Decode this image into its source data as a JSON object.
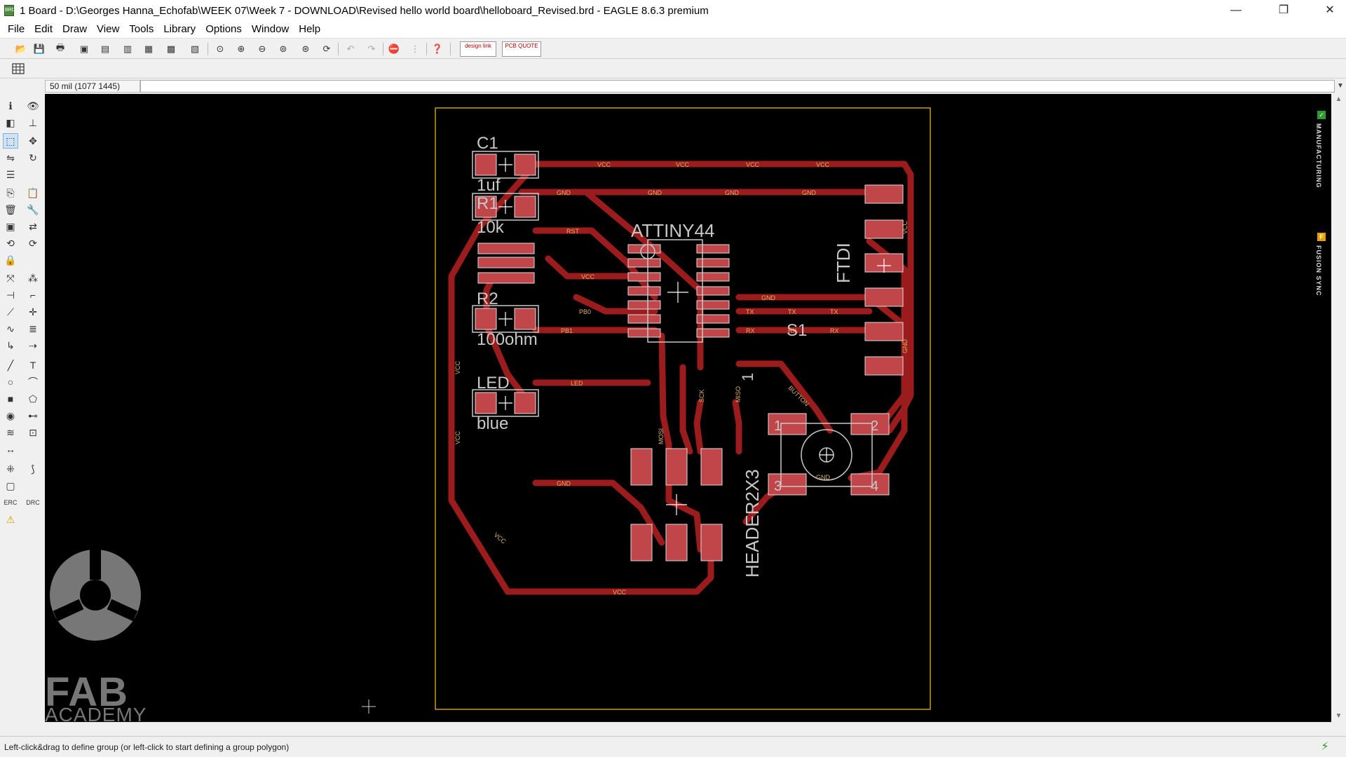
{
  "window": {
    "title": "1 Board - D:\\Georges Hanna_Echofab\\WEEK 07\\Week 7 - DOWNLOAD\\Revised hello world board\\helloboard_Revised.brd - EAGLE 8.6.3 premium",
    "icon_label": "BRD",
    "minimize": "—",
    "restore": "❐",
    "close": "✕"
  },
  "menu": [
    "File",
    "Edit",
    "Draw",
    "View",
    "Tools",
    "Library",
    "Options",
    "Window",
    "Help"
  ],
  "toolbar": {
    "brand_design_link": "design link",
    "brand_pcb_quote": "PCB QUOTE",
    "icons": [
      "open-icon",
      "save-icon",
      "print-icon",
      "cam-icon",
      "board-icon",
      "layers-icon",
      "library-icon",
      "sch-icon",
      "brd-icon",
      "zoom-fit-icon",
      "zoom-in-icon",
      "zoom-out-icon",
      "zoom-select-icon",
      "zoom-area-icon",
      "redraw-icon",
      "undo-icon",
      "redo-icon",
      "stop-icon",
      "go-icon",
      "help-icon"
    ]
  },
  "command": {
    "coordinates": "50 mil (1077 1445)",
    "input_value": "",
    "input_placeholder": ""
  },
  "board": {
    "colors": {
      "trace": "#9b1c1c",
      "pad": "#c0464a",
      "silk": "#c8c8c8",
      "outline": "#c8a000",
      "label": "#d9b36a",
      "background": "#000000"
    },
    "components": [
      {
        "name": "C1",
        "value": "1uf"
      },
      {
        "name": "R1",
        "value": "10k"
      },
      {
        "name": "R2",
        "value": "100ohm"
      },
      {
        "name": "LED",
        "value": "blue"
      },
      {
        "name": "S1",
        "value": ""
      },
      {
        "name": "ATTINY44",
        "value": ""
      },
      {
        "name": "HEADER2X3",
        "value": ""
      },
      {
        "name": "FTDI",
        "value": ""
      },
      {
        "name": "1",
        "value": ""
      }
    ],
    "net_labels": [
      "VCC",
      "GND",
      "RST",
      "PB0",
      "PB1",
      "LED",
      "TX",
      "RX",
      "BUTTON",
      "SCK",
      "MISO",
      "MOSI"
    ],
    "switch_pins": [
      "1",
      "2",
      "3",
      "4"
    ]
  },
  "right_panel": {
    "manufacturing": "MANUFACTURING",
    "fusion_sync": "FUSION SYNC"
  },
  "logo": {
    "title": "FAB",
    "subtitle": "ACADEMY"
  },
  "status": {
    "text": "Left-click&drag to define group (or left-click to start defining a group polygon)"
  }
}
